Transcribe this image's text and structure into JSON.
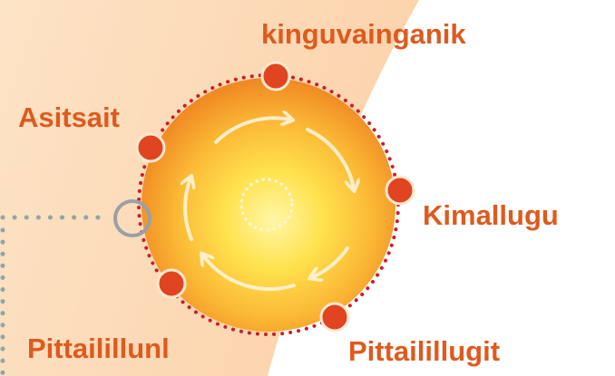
{
  "diagram": {
    "labels": {
      "top": "kinguvainganik",
      "upper_left": "Asitsait",
      "right": "Kimallugu",
      "lower_left": "Pittailillunl",
      "lower_right": "Pittailillugit"
    },
    "colors": {
      "label_text": "#de5a1e",
      "node_fill": "#e04420",
      "dotted_ring": "#c8202a",
      "connector_dots": "#8fa6a6",
      "connector_ring": "#9aa0a4",
      "background_tint": "#fcd9b4",
      "sun_core": "#ffe45a",
      "sun_edge": "#f39a2a"
    }
  }
}
